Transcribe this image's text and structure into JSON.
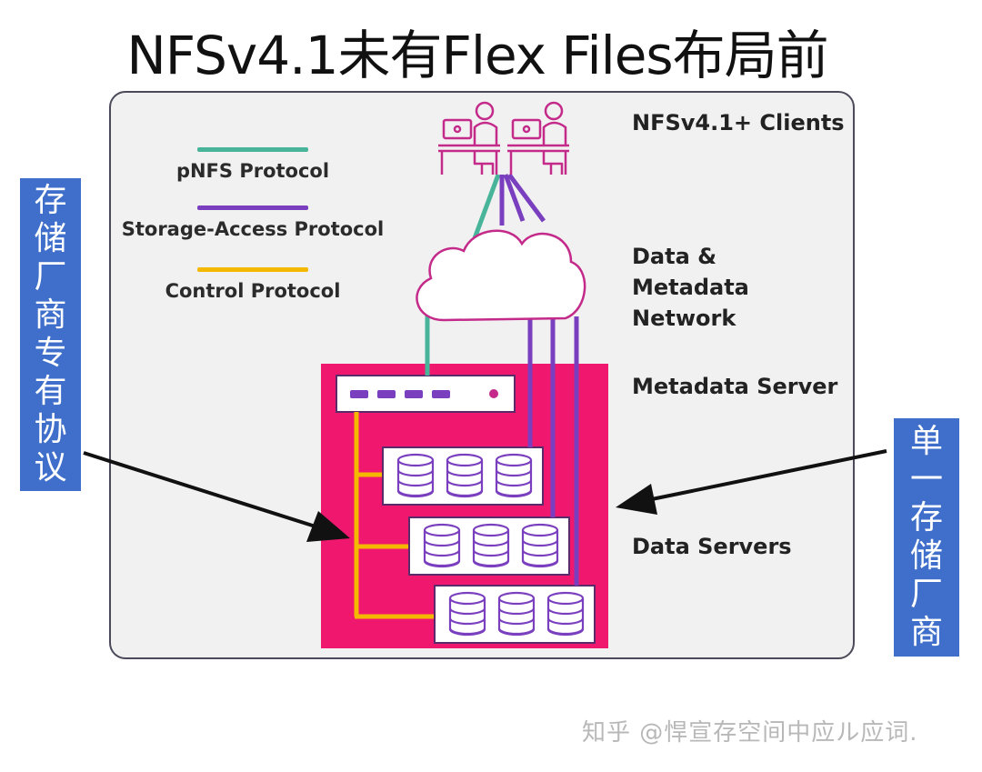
{
  "title": "NFSv4.1未有Flex Files布局前",
  "legend": [
    {
      "label": "pNFS Protocol",
      "color": "#48b59a"
    },
    {
      "label": "Storage-Access Protocol",
      "color": "#7a3fbf"
    },
    {
      "label": "Control Protocol",
      "color": "#f5b800"
    }
  ],
  "tiers": {
    "clients": "NFSv4.1+ Clients",
    "network_line1": "Data &",
    "network_line2": "Metadata",
    "network_line3": "Network",
    "metadata_server": "Metadata Server",
    "data_servers": "Data Servers"
  },
  "callouts": {
    "left_chars": [
      "存",
      "储",
      "厂",
      "商",
      "专",
      "有",
      "协",
      "议"
    ],
    "right_chars": [
      "单",
      "一",
      "存",
      "储",
      "厂",
      "商"
    ]
  },
  "colors": {
    "server_pink": "#f0186e",
    "pnfs": "#48b59a",
    "storage": "#7a3fbf",
    "control": "#f5b800",
    "icon_outline": "#c42a8a",
    "callout_blue": "#3f6fcb"
  },
  "watermark": "知乎 @悍宣存空间中应ル应词."
}
